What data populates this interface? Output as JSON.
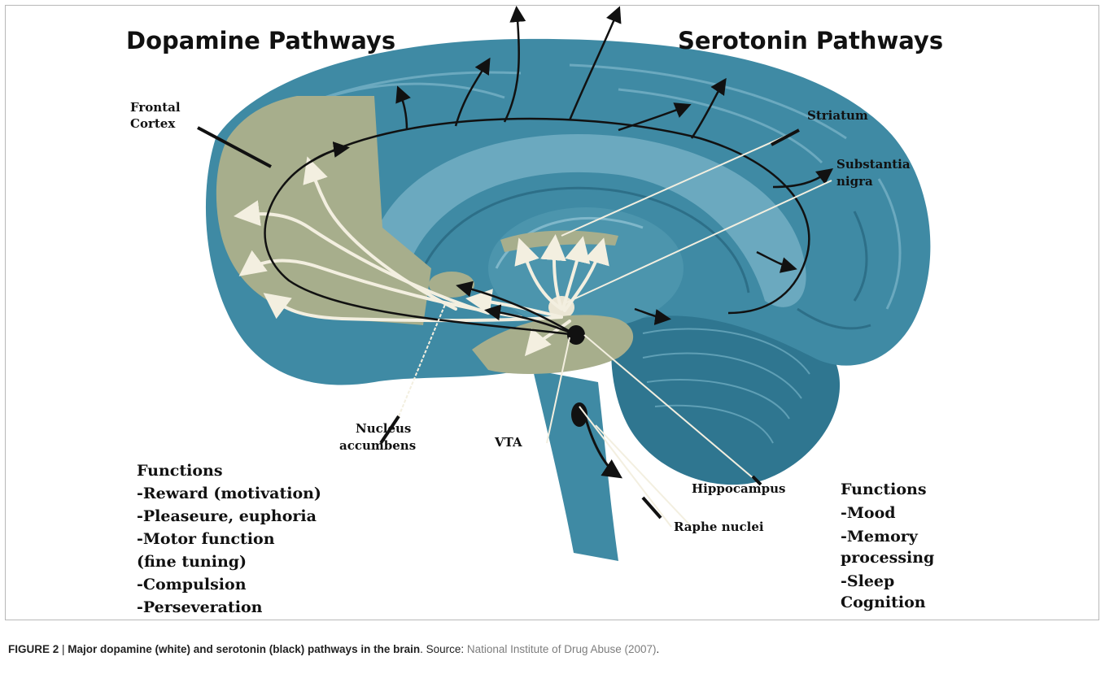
{
  "figure": {
    "titles": {
      "left": "Dopamine Pathways",
      "right": "Serotonin Pathways"
    },
    "labels": {
      "frontal_cortex": [
        "Frontal",
        "Cortex"
      ],
      "striatum": "Striatum",
      "substantia_nigra": [
        "Substantia",
        "nigra"
      ],
      "nucleus_accumbens": [
        "Nucleus",
        "accumbens"
      ],
      "vta": "VTA",
      "hippocampus": "Hippocampus",
      "raphe_nuclei": "Raphe nuclei"
    },
    "dopamine_functions": [
      "Functions",
      "-Reward (motivation)",
      "-Pleaseure, euphoria",
      "-Motor function",
      "(fine tuning)",
      "-Compulsion",
      "-Perseveration"
    ],
    "serotonin_functions": [
      "Functions",
      "-Mood",
      "-Memory",
      "processing",
      "-Sleep",
      "Cognition"
    ],
    "colors": {
      "brain": "#3f8aa4",
      "brain_dark": "#2d6f88",
      "brain_light": "#6ba9bf",
      "dopamine_region": "#a7ae8c",
      "dopamine_path": "#f3efe0",
      "serotonin_path": "#111111"
    }
  },
  "caption": {
    "label": "FIGURE 2",
    "separator": " | ",
    "title": "Major dopamine (white) and serotonin (black) pathways in the brain",
    "source_prefix": ". Source: ",
    "source": "National Institute of Drug Abuse (2007)",
    "end": "."
  }
}
